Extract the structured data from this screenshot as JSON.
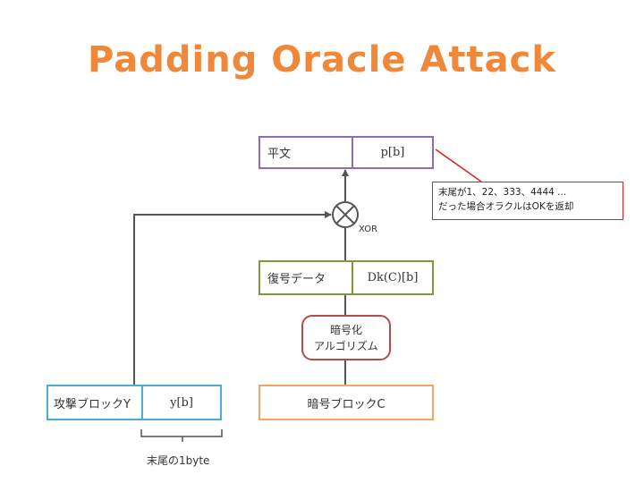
{
  "title": "Padding Oracle Attack",
  "plaintext": {
    "label": "平文",
    "value": "p[b]"
  },
  "decrypted": {
    "label": "復号データ",
    "value": "Dk(C)[b]"
  },
  "algorithm": {
    "line1": "暗号化",
    "line2": "アルゴリズム"
  },
  "cipher_block": {
    "label": "暗号ブロックC"
  },
  "attack_block": {
    "label": "攻撃ブロックY",
    "value": "y[b]"
  },
  "xor_label": "XOR",
  "note": {
    "line1": "末尾が1、22、333、4444 ...",
    "line2": "だった場合オラクルはOKを返却"
  },
  "last_byte_label": "末尾の1byte",
  "colors": {
    "title": "#f0883a",
    "purple": "#8e6bb5",
    "green": "#7a9a3c",
    "red_algo": "#b84a4a",
    "orange": "#f4a460",
    "blue": "#4aaed0",
    "note_border": "#e02020"
  }
}
